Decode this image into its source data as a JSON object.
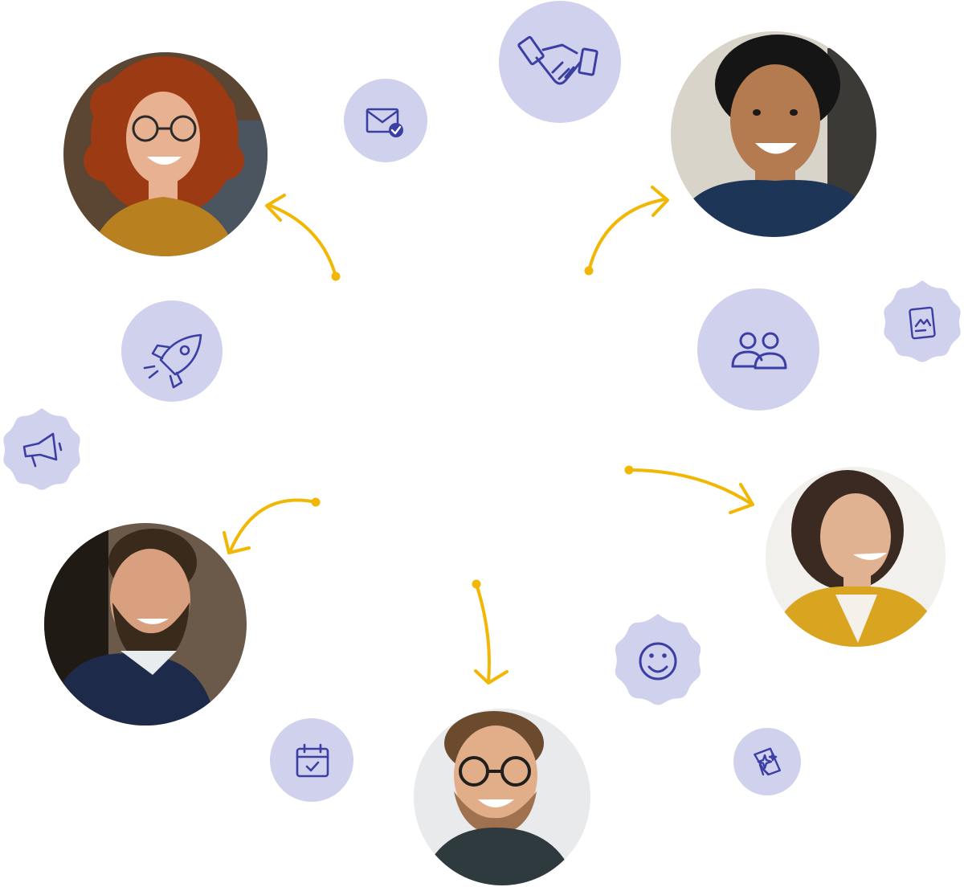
{
  "colors": {
    "accent_yellow": "#F2B705",
    "icon_bg": "#CFD1ED",
    "icon_stroke": "#3B3FA3",
    "white": "#FFFFFF"
  },
  "people": [
    {
      "name": "curly-hair-woman-portrait",
      "hair": "#9C3A14",
      "skin": "#E8B191",
      "shirt": "#B8801E",
      "bg": "#5A4633"
    },
    {
      "name": "smiling-man-portrait",
      "hair": "#151515",
      "skin": "#B47A50",
      "shirt": "#1D3557",
      "bg": "#D9D4C9"
    },
    {
      "name": "bearded-man-portrait",
      "hair": "#3A2A1C",
      "skin": "#D9A07F",
      "shirt": "#1E2A4A",
      "bg": "#6B5A4A"
    },
    {
      "name": "glasses-man-portrait",
      "hair": "#6B4A2D",
      "skin": "#E2AE8A",
      "shirt": "#2F3A3F",
      "bg": "#E8EAEC"
    },
    {
      "name": "laughing-woman-portrait",
      "hair": "#3B2A22",
      "skin": "#E0B291",
      "shirt": "#D9A521",
      "bg": "#F2F0EC"
    }
  ],
  "icons": [
    {
      "name": "mail-check-icon",
      "shape": "circle"
    },
    {
      "name": "handshake-icon",
      "shape": "circle"
    },
    {
      "name": "rocket-icon",
      "shape": "circle"
    },
    {
      "name": "people-icon",
      "shape": "circle"
    },
    {
      "name": "document-badge-icon",
      "shape": "badge"
    },
    {
      "name": "megaphone-badge-icon",
      "shape": "badge"
    },
    {
      "name": "smiley-badge-icon",
      "shape": "badge"
    },
    {
      "name": "calendar-check-icon",
      "shape": "circle"
    },
    {
      "name": "sparkle-note-icon",
      "shape": "circle"
    }
  ]
}
